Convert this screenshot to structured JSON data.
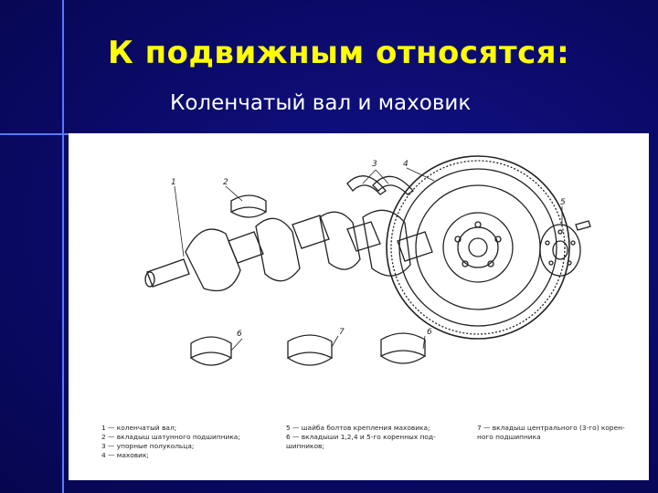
{
  "slide": {
    "title": "К подвижным относятся:",
    "subtitle": "Коленчатый вал и маховик"
  },
  "figure": {
    "part_numbers": [
      "1",
      "2",
      "3",
      "4",
      "5",
      "6",
      "7",
      "6"
    ],
    "legend": {
      "col1": [
        "1 — коленчатый вал;",
        "2 — вкладыш шатунного подшипника;",
        "3 — упорные полукольца;",
        "4 — маховик;"
      ],
      "col2": [
        "5 — шайба болтов крепления маховика;",
        "6 — вкладыши 1,2,4 и 5-го коренных под-",
        "шипников;"
      ],
      "col3": [
        "7 — вкладыш центрального (3-го) корен-",
        "ного подшипника"
      ]
    }
  },
  "colors": {
    "background": "#0c0c6e",
    "title": "#ffff00",
    "subtitle": "#ffffff",
    "accent_line": "#5a78ff"
  }
}
